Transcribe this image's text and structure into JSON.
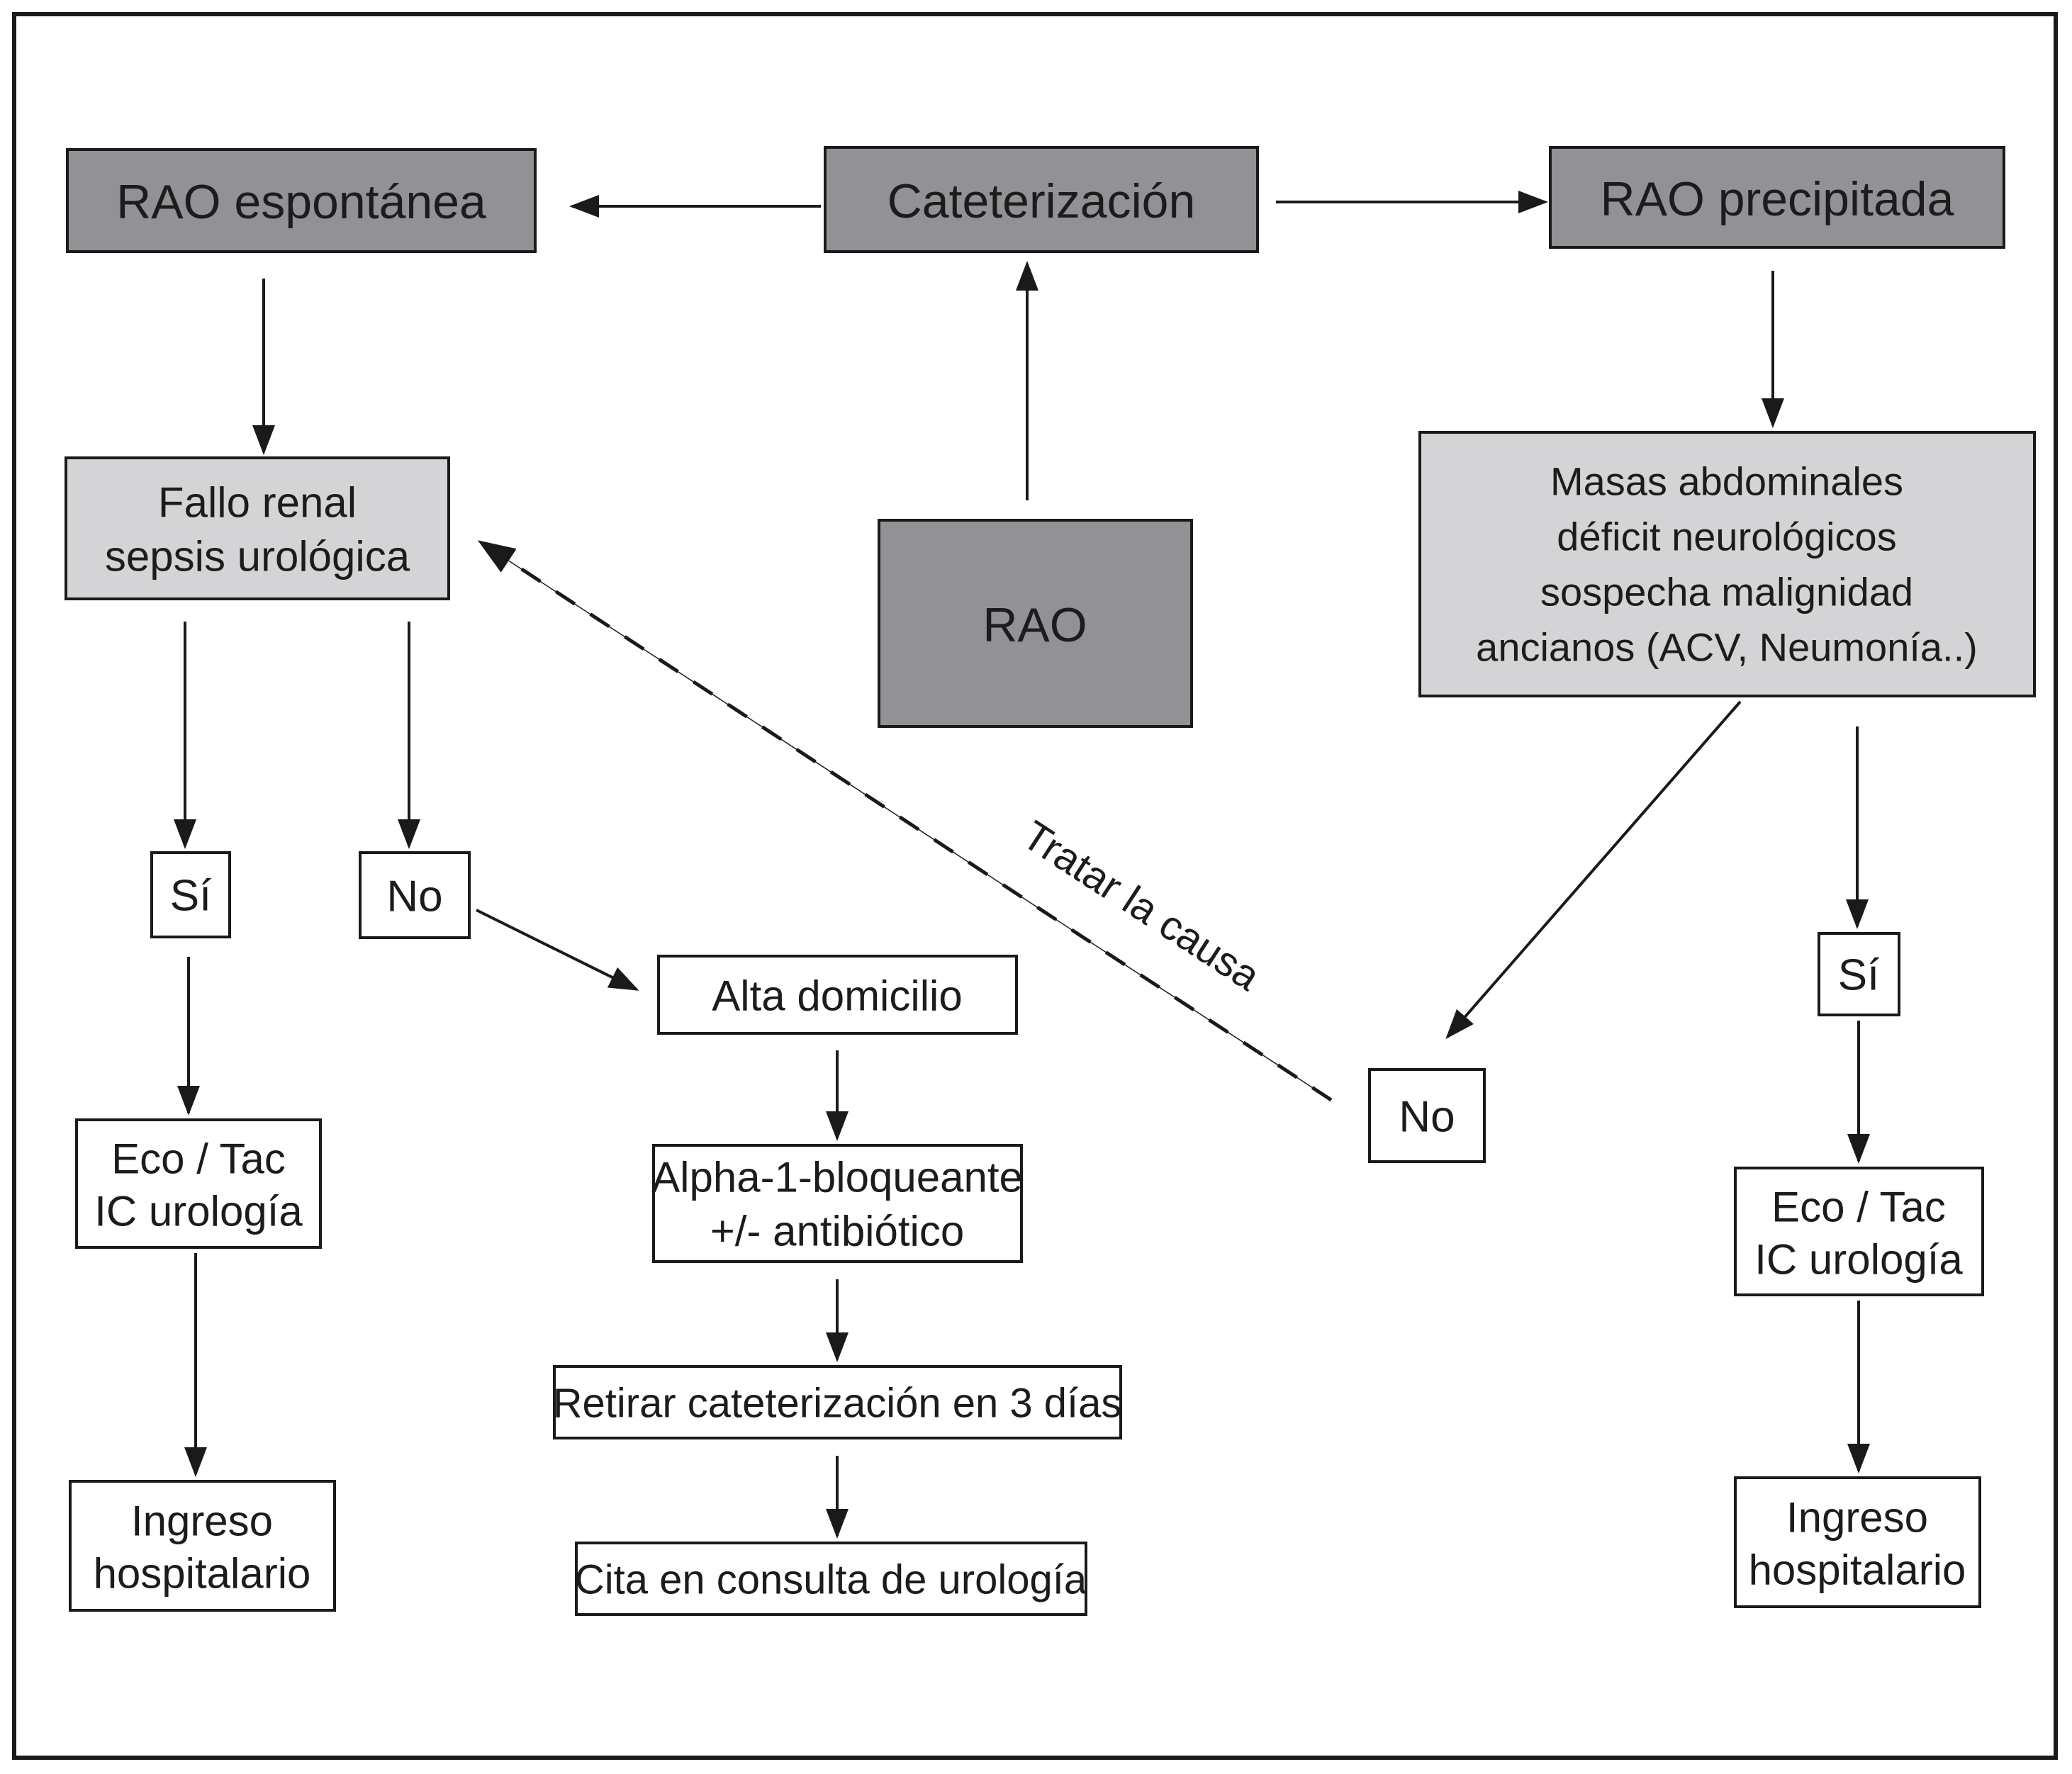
{
  "colors": {
    "background": "#ffffff",
    "box_dark": "#919196",
    "box_light": "#d4d4d6",
    "box_white": "#ffffff",
    "line": "#1a1a1a",
    "text": "#1c1c1c"
  },
  "nodes": {
    "rao_espontanea": {
      "label": "RAO espontánea"
    },
    "cateterizacion": {
      "label": "Cateterización"
    },
    "rao_precipitada": {
      "label": "RAO precipitada"
    },
    "rao": {
      "label": "RAO"
    },
    "fallo_renal": {
      "line1": "Fallo renal",
      "line2": "sepsis urológica"
    },
    "masas": {
      "line1": "Masas abdominales",
      "line2": "déficit neurológicos",
      "line3": "sospecha malignidad",
      "line4": "ancianos (ACV, Neumonía..)"
    },
    "si_left": {
      "label": "Sí"
    },
    "no_left": {
      "label": "No"
    },
    "eco_left": {
      "line1": "Eco / Tac",
      "line2": "IC urología"
    },
    "ingreso_left": {
      "line1": "Ingreso",
      "line2": "hospitalario"
    },
    "alta_domicilio": {
      "label": "Alta domicilio"
    },
    "alpha_bloqueante": {
      "line1": "Alpha-1-bloqueante",
      "line2": "+/- antibiótico"
    },
    "retirar": {
      "label": "Retirar cateterización en 3 días"
    },
    "cita": {
      "label": "Cita en consulta de urología"
    },
    "no_right": {
      "label": "No"
    },
    "si_right": {
      "label": "Sí"
    },
    "eco_right": {
      "line1": "Eco / Tac",
      "line2": "IC urología"
    },
    "ingreso_right": {
      "line1": "Ingreso",
      "line2": "hospitalario"
    }
  },
  "edges": {
    "tratar_label": "Tratar la causa"
  }
}
